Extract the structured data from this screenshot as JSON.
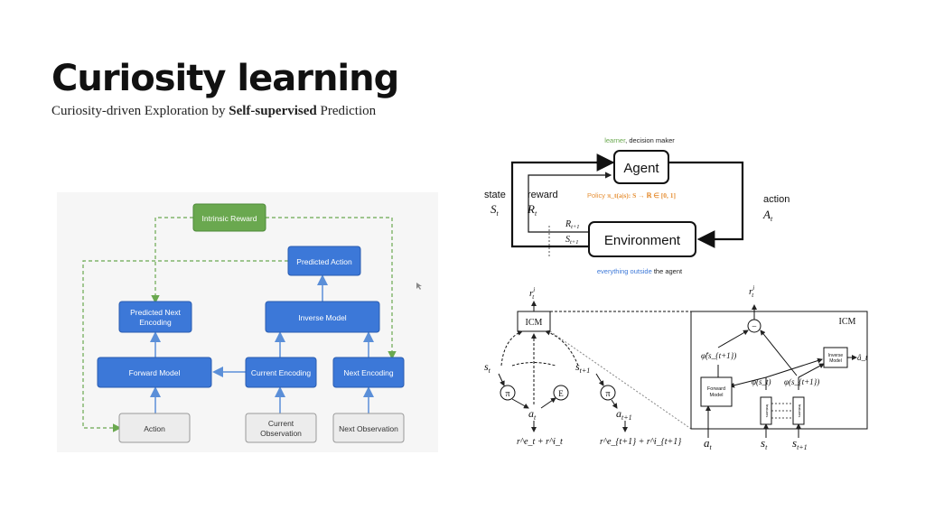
{
  "slide": {
    "title": "Curiosity learning",
    "subtitle_pre": "Curiosity-driven Exploration by ",
    "subtitle_bold": "Self-supervised",
    "subtitle_post": " Prediction"
  },
  "left_diagram": {
    "intrinsic_reward": "Intrinsic Reward",
    "predicted_action": "Predicted Action",
    "predicted_next_encoding_1": "Predicted Next",
    "predicted_next_encoding_2": "Encoding",
    "inverse_model": "Inverse Model",
    "forward_model": "Forward Model",
    "current_encoding": "Current Encoding",
    "next_encoding": "Next Encoding",
    "action": "Action",
    "current_observation_1": "Current",
    "current_observation_2": "Observation",
    "next_observation": "Next Observation",
    "colors": {
      "blue": "#3c78d8",
      "green": "#6aa84f",
      "grey_box": "#ececec",
      "arrow": "#5b8fd8"
    }
  },
  "rl_diagram": {
    "learner_green": "learner",
    "learner_rest": ", decision maker",
    "agent": "Agent",
    "environment": "Environment",
    "state_label": "state",
    "state_symbol": "S",
    "state_sub": "t",
    "reward_label": "reward",
    "reward_symbol": "R",
    "reward_sub": "t",
    "action_label": "action",
    "action_symbol": "A",
    "action_sub": "t",
    "r_next": "R",
    "r_next_sub": "t+1",
    "s_next": "S",
    "s_next_sub": "t+1",
    "policy_label": "Policy ",
    "policy_formula": "π_t(a|s): S → ℝ ∈ [0, 1]",
    "outside_blue": "everything outside",
    "outside_rest": " the agent",
    "colors": {
      "policy": "#e69138",
      "learner": "#6aa84f",
      "outside": "#3c78d8"
    }
  },
  "icm_diagram": {
    "icm": "ICM",
    "icm_big": "ICM",
    "r_top": "r",
    "r_top_sup": "i",
    "r_top_sub": "t",
    "r_top_right": "r",
    "r_top_right_sup": "i",
    "r_top_right_sub": "t",
    "s_t": "s",
    "s_t_sub": "t",
    "s_t1": "s",
    "s_t1_sub": "t+1",
    "pi1": "π",
    "e": "E",
    "pi2": "π",
    "a_t": "a",
    "a_t_sub": "t",
    "a_t1": "a",
    "a_t1_sub": "t+1",
    "reward_left": "r^e_t + r^i_t",
    "reward_right": "r^e_{t+1} + r^i_{t+1}",
    "minus": "−",
    "phi_hat": "φ̂(s_{t+1})",
    "phi_st": "φ(s_t)",
    "phi_st1": "φ(s_{t+1})",
    "forward_model_1": "Forward",
    "forward_model_2": "Model",
    "inverse_model_1": "Inverse",
    "inverse_model_2": "Model",
    "a_hat": "â_t",
    "features": "features",
    "bottom_a": "a",
    "bottom_a_sub": "t",
    "bottom_s": "s",
    "bottom_s_sub": "t",
    "bottom_s1": "s",
    "bottom_s1_sub": "t+1"
  }
}
